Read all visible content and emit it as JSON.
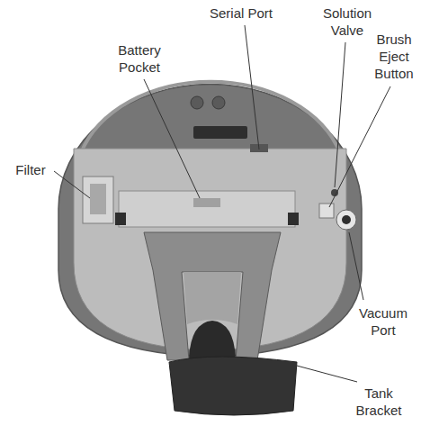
{
  "diagram": {
    "labels": [
      "Serial Port",
      "Solution Valve",
      "Brush Eject Button",
      "Battery Pocket",
      "Filter",
      "Vacuum Port",
      "Tank Bracket"
    ]
  }
}
